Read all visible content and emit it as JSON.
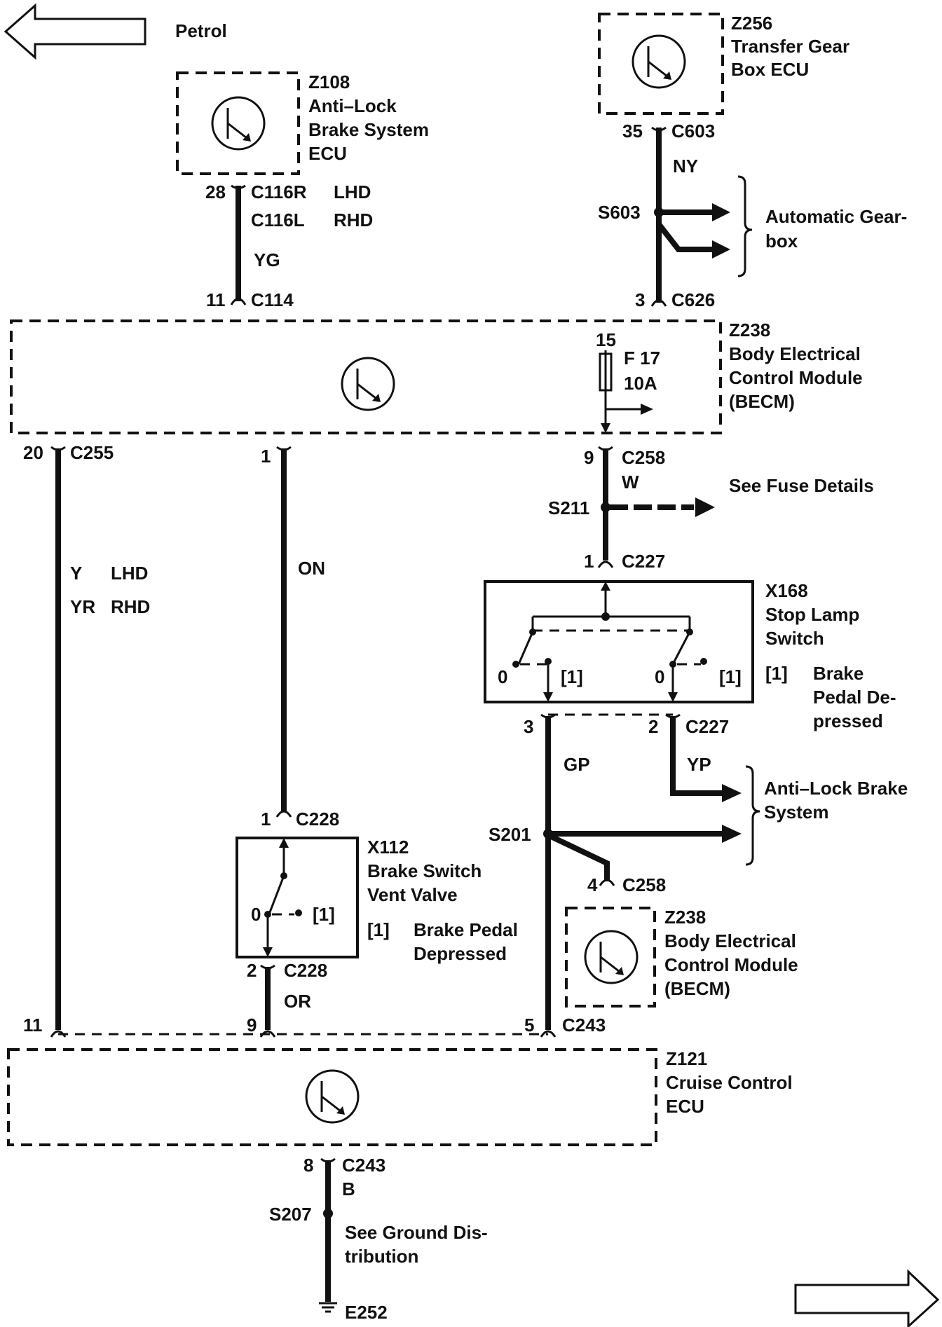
{
  "header": {
    "left_label": "Petrol"
  },
  "modules": {
    "z256": {
      "id": "Z256",
      "line1": "Transfer Gear",
      "line2": "Box ECU"
    },
    "z108": {
      "id": "Z108",
      "line1": "Anti–Lock",
      "line2": "Brake System",
      "line3": "ECU"
    },
    "z238_main": {
      "id": "Z238",
      "line1": "Body Electrical",
      "line2": "Control Module",
      "line3": "(BECM)"
    },
    "z238_small": {
      "id": "Z238",
      "line1": "Body Electrical",
      "line2": "Control Module",
      "line3": "(BECM)"
    },
    "z121": {
      "id": "Z121",
      "line1": "Cruise Control",
      "line2": "ECU"
    }
  },
  "fuse": {
    "pin": "15",
    "name": "F 17",
    "rating": "10A"
  },
  "switches": {
    "x168": {
      "id": "X168",
      "line1": "Stop Lamp",
      "line2": "Switch",
      "pos0": "0",
      "pos1": "[1]",
      "note_tag": "[1]",
      "note1": "Brake",
      "note2": "Pedal De-",
      "note3": "pressed"
    },
    "x112": {
      "id": "X112",
      "line1": "Brake Switch",
      "line2": "Vent Valve",
      "pos0": "0",
      "pos1": "[1]",
      "note_tag": "[1]",
      "note1": "Brake Pedal",
      "note2": "Depressed"
    }
  },
  "pins": {
    "p28": "28",
    "p11a": "11",
    "p35": "35",
    "p3a": "3",
    "p20": "20",
    "p1a": "1",
    "p9a": "9",
    "p1b": "1",
    "p3b": "3",
    "p2a": "2",
    "p1c": "1",
    "p4": "4",
    "p2b": "2",
    "p11b": "11",
    "p9b": "9",
    "p5": "5",
    "p8": "8"
  },
  "connectors": {
    "c116r": "C116R",
    "c116l": "C116L",
    "lhd1": "LHD",
    "rhd1": "RHD",
    "c114": "C114",
    "c603": "C603",
    "c626": "C626",
    "c255": "C255",
    "c258a": "C258",
    "c227a": "C227",
    "c227b": "C227",
    "c228a": "C228",
    "c258b": "C258",
    "c228b": "C228",
    "c243a": "C243",
    "c243b": "C243"
  },
  "wires": {
    "yg": "YG",
    "ny": "NY",
    "y": "Y",
    "lhd2": "LHD",
    "yr": "YR",
    "rhd2": "RHD",
    "on": "ON",
    "w": "W",
    "gp": "GP",
    "yp": "YP",
    "or": "OR",
    "b": "B"
  },
  "splices": {
    "s603": "S603",
    "s211": "S211",
    "s201": "S201",
    "s207": "S207"
  },
  "refs": {
    "auto_gearbox_1": "Automatic Gear-",
    "auto_gearbox_2": "box",
    "fuse_details": "See Fuse Details",
    "abs_1": "Anti–Lock Brake",
    "abs_2": "System",
    "ground_1": "See Ground Dis-",
    "ground_2": "tribution",
    "ground_id": "E252"
  }
}
